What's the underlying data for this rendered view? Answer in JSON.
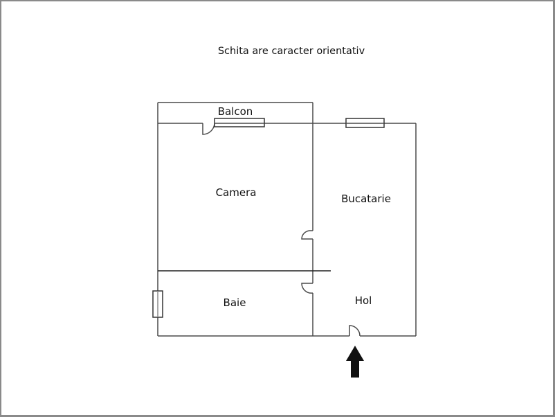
{
  "title": "Schita are caracter orientativ",
  "rooms": {
    "balcon": "Balcon",
    "camera": "Camera",
    "bucatarie": "Bucatarie",
    "baie": "Baie",
    "hol": "Hol"
  },
  "icons": {
    "entrance": "arrow-up-icon"
  },
  "colors": {
    "wall": "#4a4a4a",
    "frame": "#8a8a8a",
    "text": "#111111",
    "arrow": "#111111",
    "background": "#ffffff"
  }
}
